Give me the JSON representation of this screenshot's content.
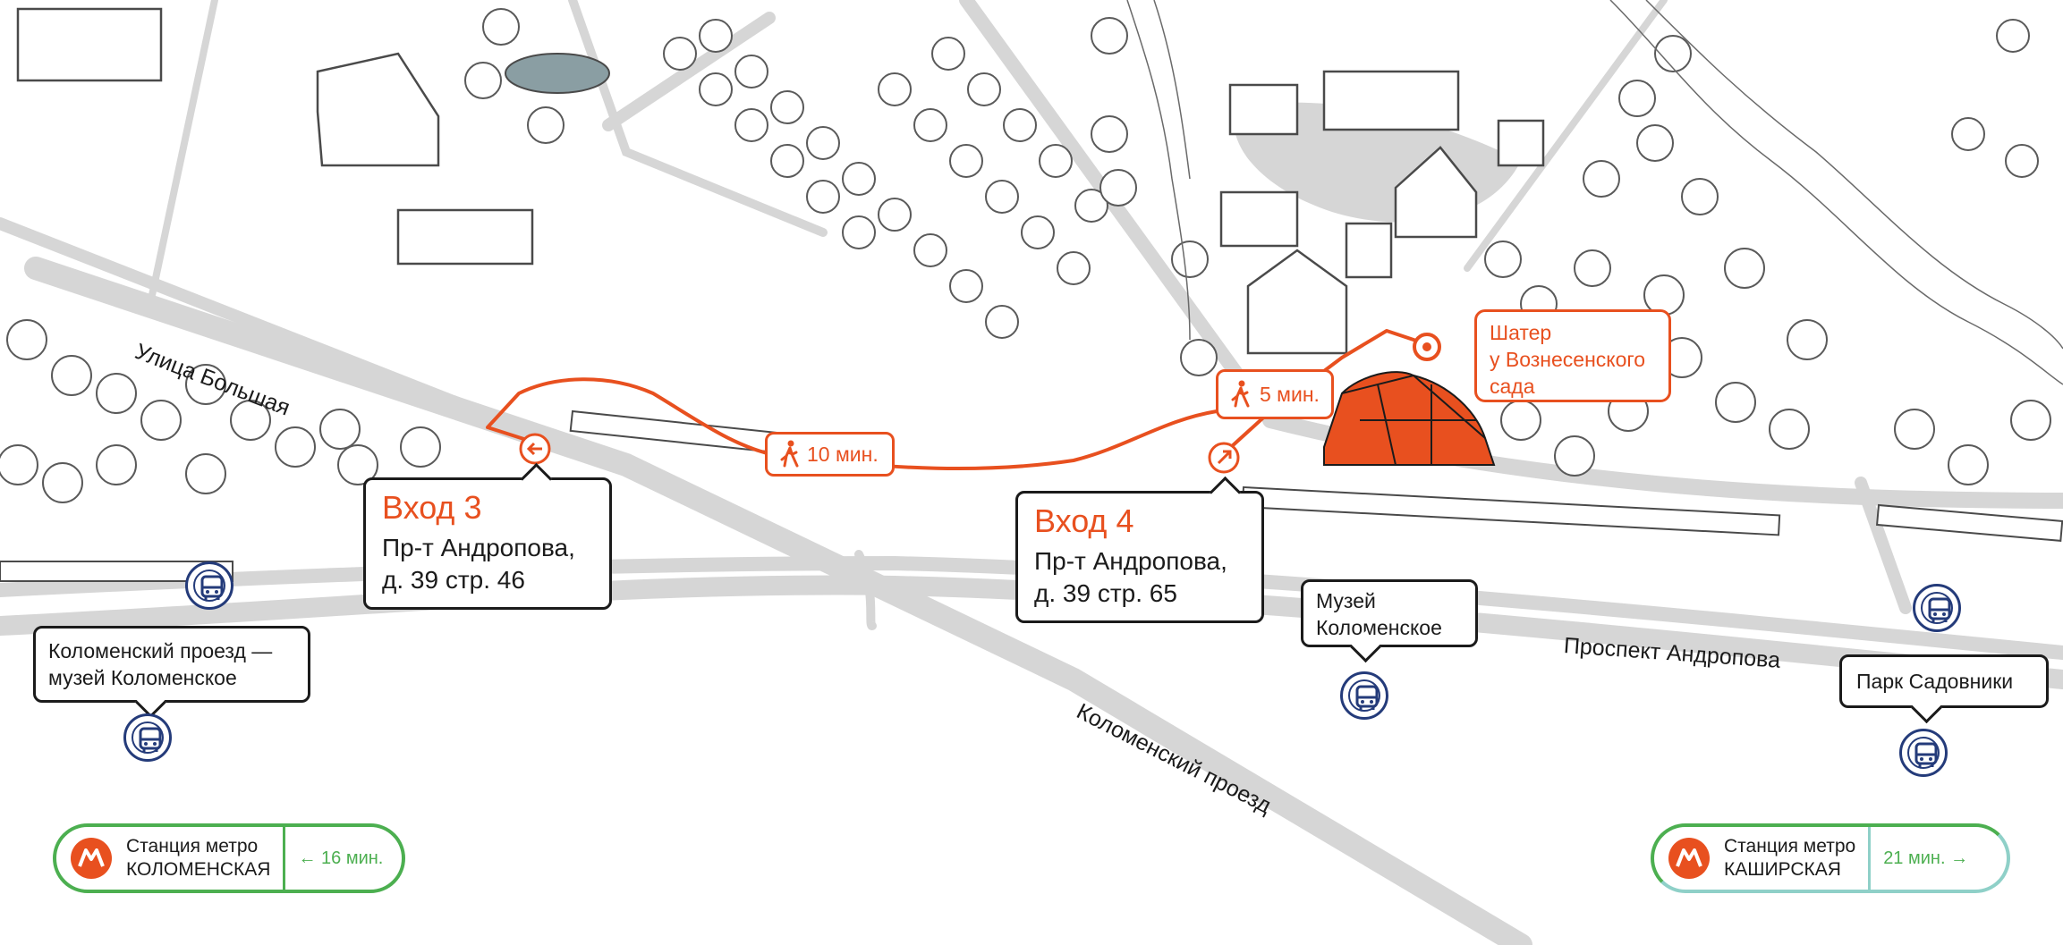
{
  "streets": {
    "bolshaya": "Улица Большая",
    "kolomensky": "Коломенский проезд",
    "andropova": "Проспект Андропова"
  },
  "entrances": [
    {
      "title": "Вход 3",
      "address_1": "Пр-т Андропова,",
      "address_2": "д. 39 стр. 46"
    },
    {
      "title": "Вход 4",
      "address_1": "Пр-т Андропова,",
      "address_2": "д. 39 стр. 65"
    }
  ],
  "walks": [
    {
      "label": "10 мин."
    },
    {
      "label": "5 мин."
    }
  ],
  "destination": {
    "line_1": "Шатер",
    "line_2": "у Вознесенского",
    "line_3": "сада"
  },
  "bus_stops": [
    {
      "line_1": "Коломенский проезд —",
      "line_2": "музей Коломенское"
    },
    {
      "line_1": "Музей",
      "line_2": "Коломенское"
    },
    {
      "line_1": "Парк Садовники"
    }
  ],
  "metro": [
    {
      "line_1": "Станция метро",
      "line_2": "КОЛОМЕНСКАЯ",
      "time": "← 16 мин."
    },
    {
      "line_1": "Станция метро",
      "line_2": "КАШИРСКАЯ",
      "time": "21 мин. →"
    }
  ],
  "icons": {
    "metro": "metro-logo-icon",
    "bus": "bus-icon",
    "walk": "pedestrian-icon",
    "entrance": "entrance-arrow-icon",
    "destination": "location-pin-icon"
  },
  "colors": {
    "route": "#e8501f",
    "roads": "#d6d6d6",
    "bus": "#243b7a",
    "metro_border": "#4caf50",
    "metro_border_alt": "#8fd0c8",
    "text": "#1b1b1b"
  }
}
